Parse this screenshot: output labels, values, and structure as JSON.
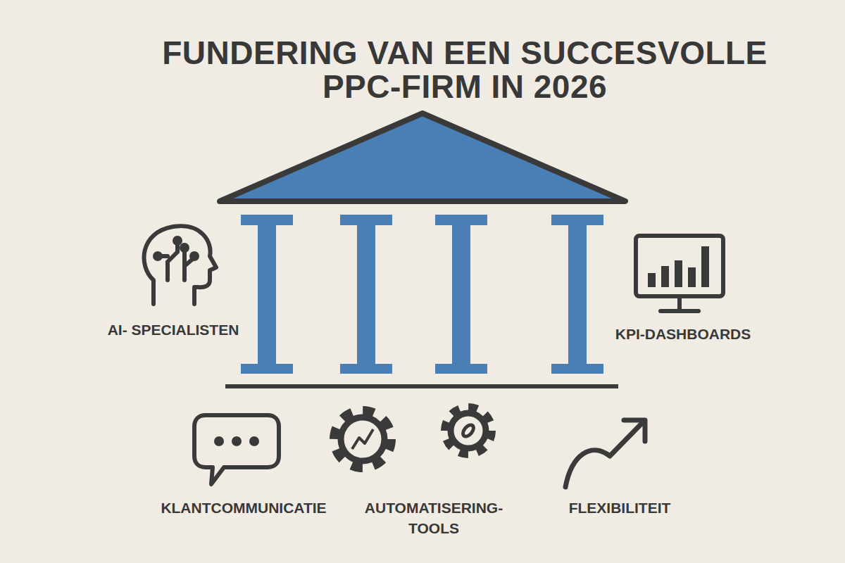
{
  "diagram": {
    "title": "FUNDERING VAN EEN SUCCESVOLLE PPC-FIRM IN 2026",
    "labels": [
      "AI- SPECIALISTEN",
      "KPI-DASHBOARDS",
      "KLANTCOMMUNICATIE",
      "AUTOMATISERING- TOOLS",
      "FLEXIBILITEIT"
    ]
  }
}
